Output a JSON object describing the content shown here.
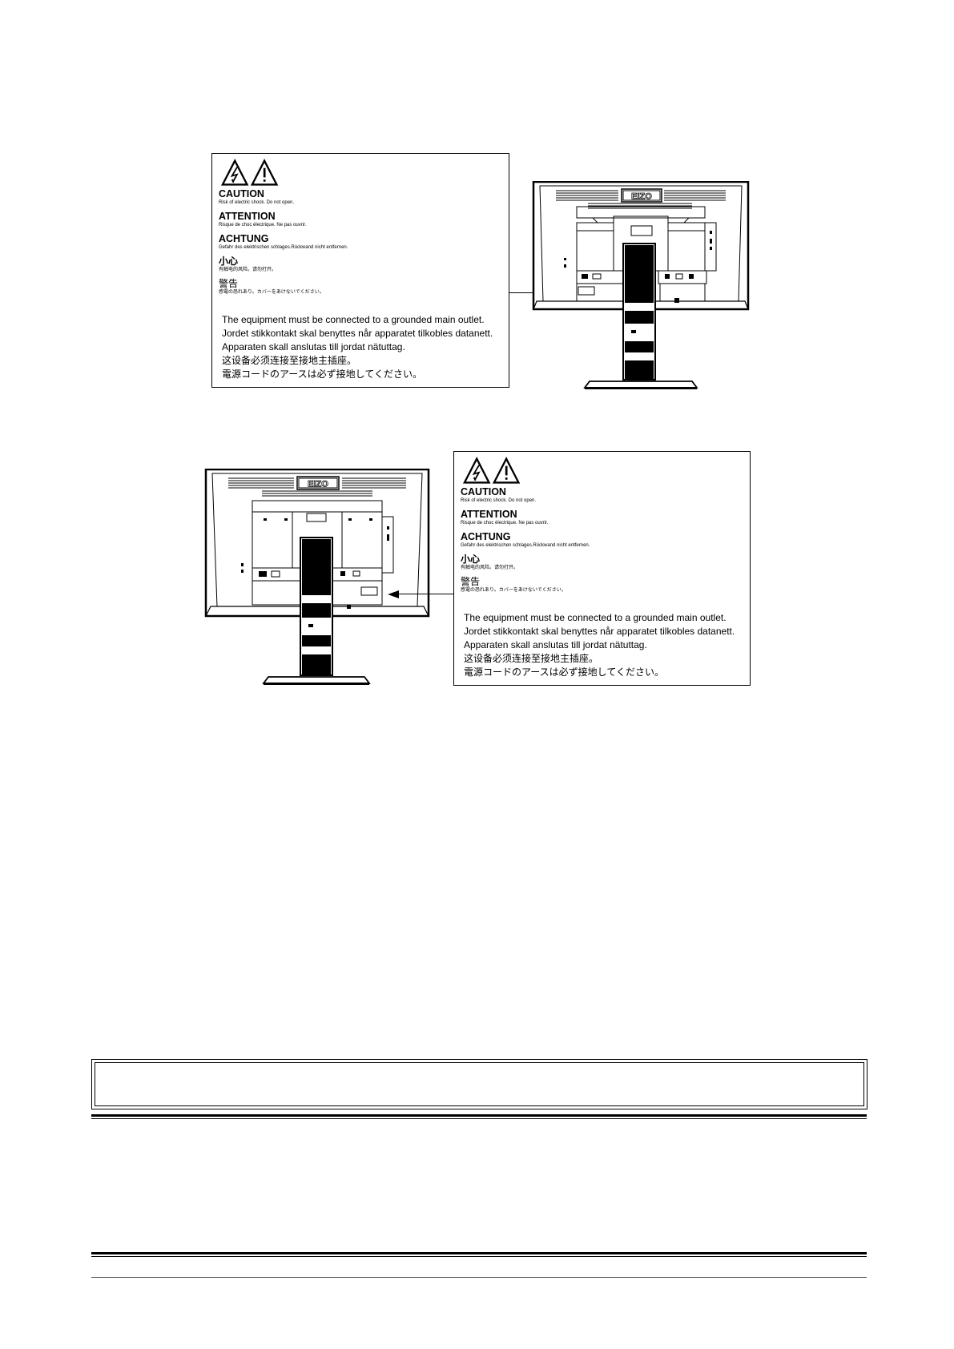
{
  "labels": [
    {
      "caution_title": "CAUTION",
      "caution_text": "Risk of electric shock. Do not open.",
      "attention_title": "ATTENTION",
      "attention_text": "Risque de choc électrique. Ne pas ouvrir.",
      "achtung_title": "ACHTUNG",
      "achtung_text": "Gefahr des elektrischen schlages.Rückwand nicht entfernen.",
      "zh_title": "小心",
      "zh_text": "有触电的风险。请勿打开。",
      "ja_title": "警告",
      "ja_text": "感電の恐れあり。カバーをあけないでください。",
      "lines": [
        "The equipment must be connected to a grounded main outlet.",
        "Jordet stikkontakt skal benyttes når apparatet tilkobles datanett.",
        "Apparaten skall anslutas till jordat nätuttag.",
        "这设备必须连接至接地主插座。",
        "電源コードのアースは必ず接地してください。"
      ]
    },
    {
      "caution_title": "CAUTION",
      "caution_text": "Risk of electric shock. Do not open.",
      "attention_title": "ATTENTION",
      "attention_text": "Risque de choc électrique. Ne pas ouvrir.",
      "achtung_title": "ACHTUNG",
      "achtung_text": "Gefahr des elektrischen schlages.Rückwand nicht entfernen.",
      "zh_title": "小心",
      "zh_text": "有触电的风险。请勿打开。",
      "ja_title": "警告",
      "ja_text": "感電の恐れあり。カバーをあけないでください。",
      "lines": [
        "The equipment must be connected to a grounded main outlet.",
        "Jordet stikkontakt skal benyttes når apparatet tilkobles datanett.",
        "Apparaten skall anslutas till jordat nätuttag.",
        "这设备必须连接至接地主插座。",
        "電源コードのアースは必ず接地してください。"
      ]
    }
  ],
  "monitor_logo": "EIZO"
}
